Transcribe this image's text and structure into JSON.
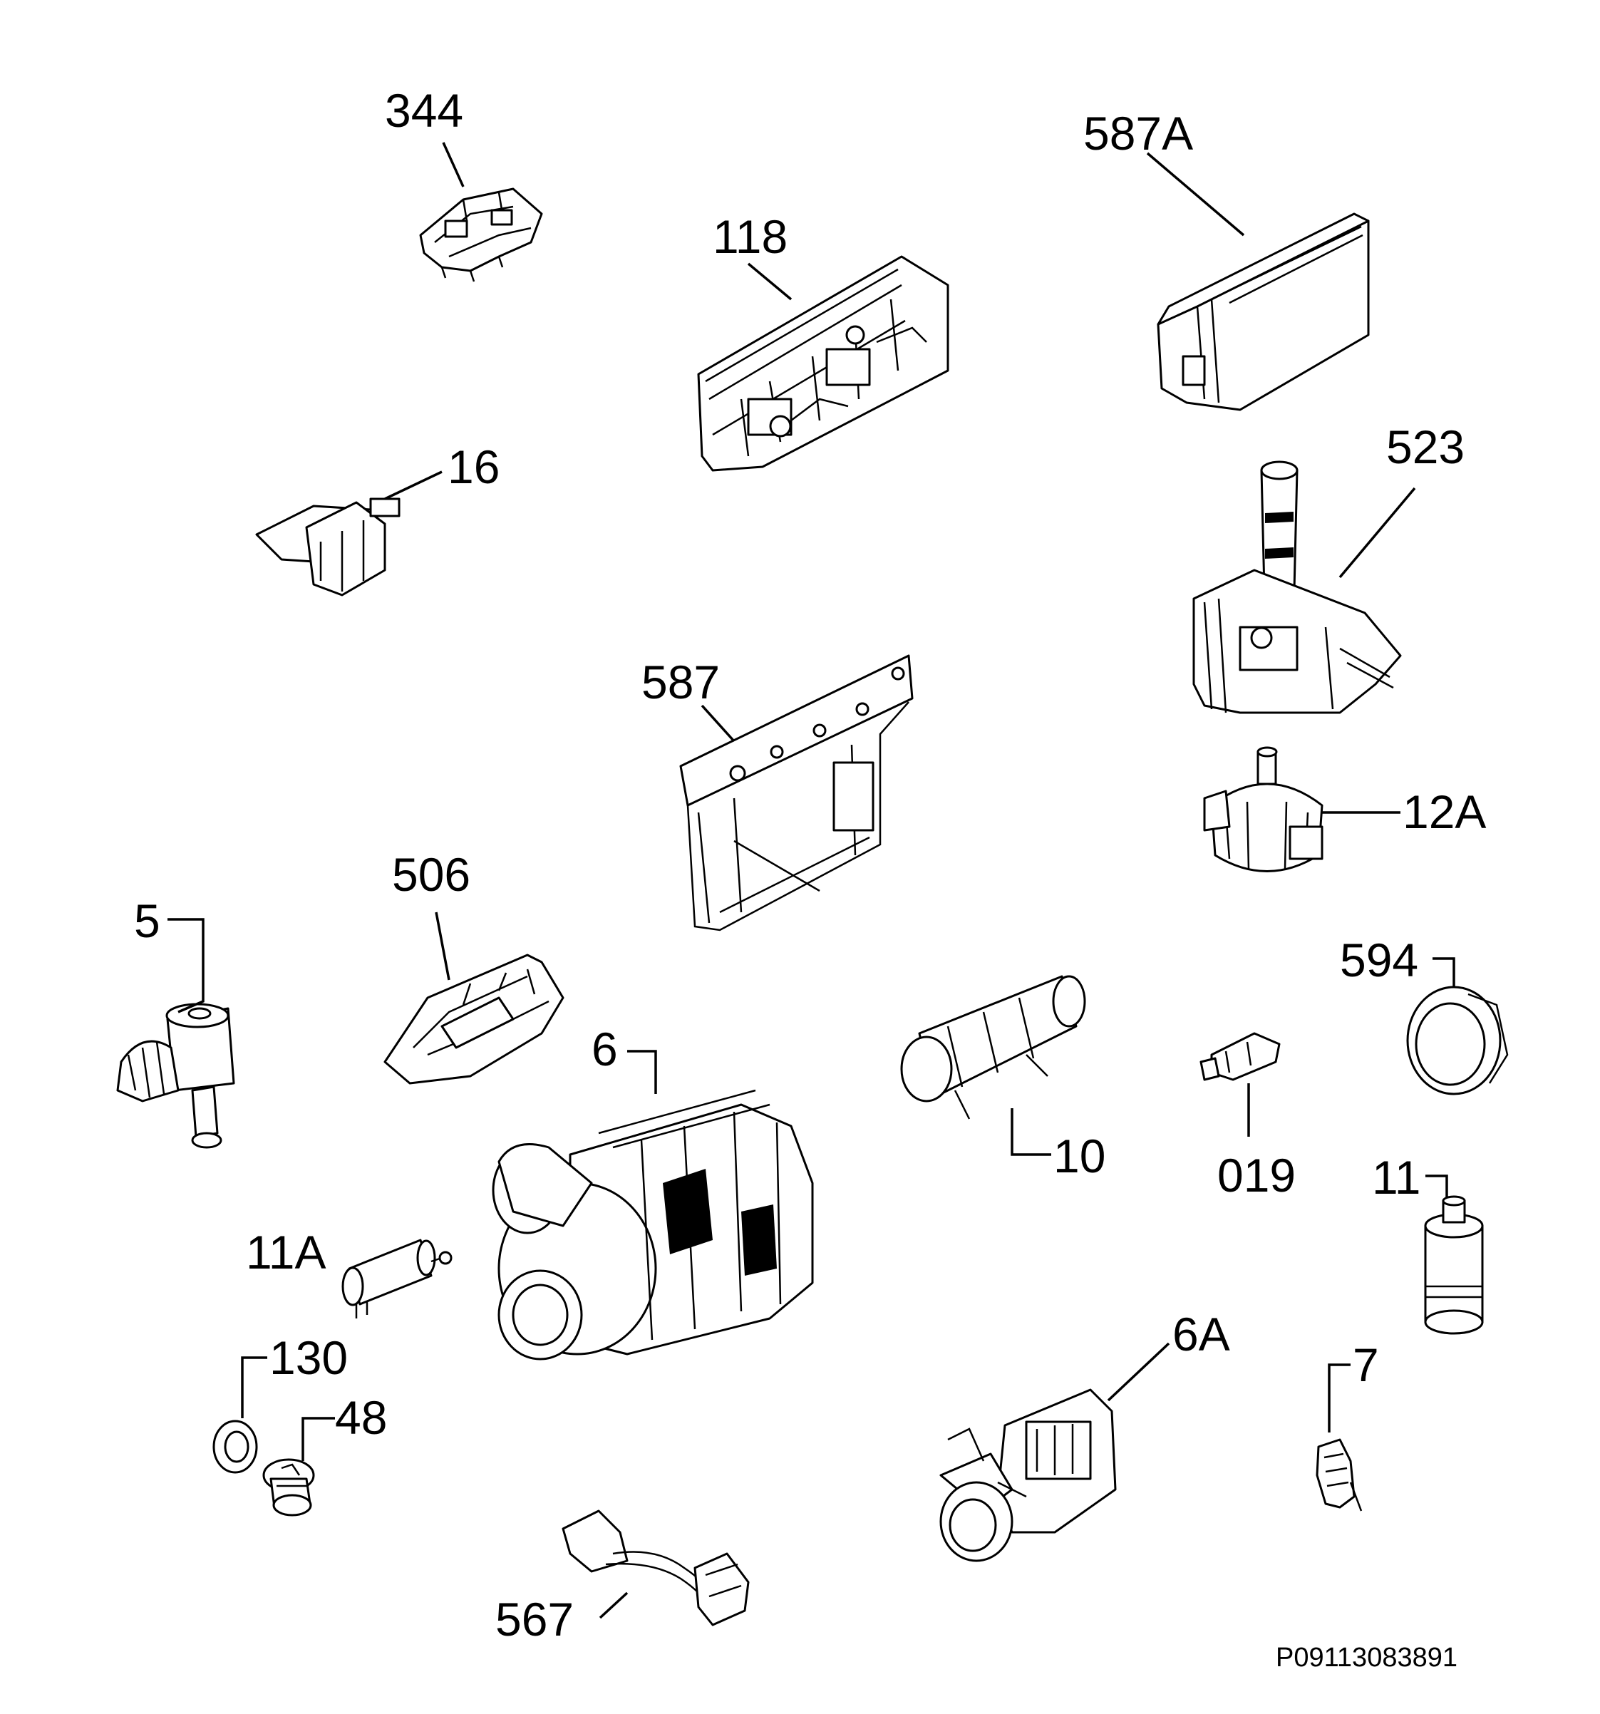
{
  "diagram": {
    "labels": {
      "p344": "344",
      "p587A": "587A",
      "p118": "118",
      "p523": "523",
      "p16": "16",
      "p587": "587",
      "p12A": "12A",
      "p506": "506",
      "p5": "5",
      "p6": "6",
      "p594": "594",
      "p10": "10",
      "p019": "019",
      "p11": "11",
      "p11A": "11A",
      "p130": "130",
      "p48": "48",
      "p6A": "6A",
      "p7": "7",
      "p567": "567"
    },
    "reference": "P09113083891"
  }
}
